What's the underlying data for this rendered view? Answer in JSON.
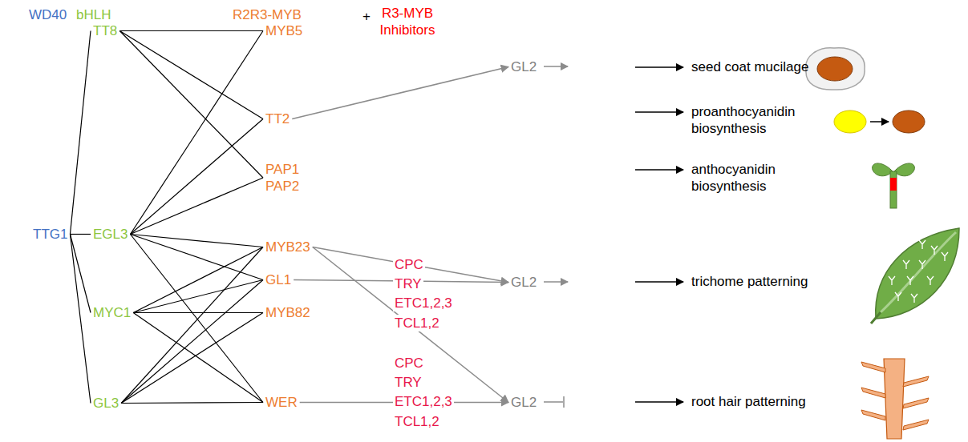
{
  "diagram": {
    "nodes": [
      {
        "text": [
          "TTG1"
        ]
      },
      {
        "text": [
          "TT8"
        ]
      },
      {
        "text": [
          "EGL3"
        ]
      },
      {
        "text": [
          "MYC1"
        ]
      },
      {
        "text": [
          "GL3"
        ]
      },
      {
        "text": [
          "MYB5"
        ]
      },
      {
        "text": [
          "TT2"
        ]
      },
      {
        "text": [
          "PAP1",
          "PAP2"
        ]
      },
      {
        "text": [
          "MYB23"
        ]
      },
      {
        "text": [
          "GL1"
        ]
      },
      {
        "text": [
          "MYB82"
        ]
      },
      {
        "text": [
          "WER"
        ]
      },
      {
        "text": [
          "GL2"
        ]
      },
      {
        "text": [
          "GL2"
        ]
      },
      {
        "text": [
          "GL2"
        ]
      }
    ],
    "edges": [
      {
        "from": 0,
        "to": 1,
        "arrow": "none"
      },
      {
        "from": 0,
        "to": 2,
        "arrow": "none"
      },
      {
        "from": 0,
        "to": 3,
        "arrow": "none"
      },
      {
        "from": 0,
        "to": 4,
        "arrow": "none"
      },
      {
        "from": 1,
        "to": 5,
        "arrow": "none"
      },
      {
        "from": 1,
        "to": 6,
        "arrow": "none"
      },
      {
        "from": 1,
        "to": 7,
        "arrow": "none"
      },
      {
        "from": 2,
        "to": 5,
        "arrow": "none"
      },
      {
        "from": 2,
        "to": 6,
        "arrow": "none"
      },
      {
        "from": 2,
        "to": 7,
        "arrow": "none"
      },
      {
        "from": 2,
        "to": 8,
        "arrow": "none"
      },
      {
        "from": 2,
        "to": 9,
        "arrow": "none"
      },
      {
        "from": 2,
        "to": 11,
        "arrow": "none"
      },
      {
        "from": 3,
        "to": 8,
        "arrow": "none"
      },
      {
        "from": 3,
        "to": 9,
        "arrow": "none"
      },
      {
        "from": 3,
        "to": 10,
        "arrow": "none"
      },
      {
        "from": 3,
        "to": 11,
        "arrow": "none"
      },
      {
        "from": 4,
        "to": 8,
        "arrow": "none"
      },
      {
        "from": 4,
        "to": 9,
        "arrow": "none"
      },
      {
        "from": 4,
        "to": 10,
        "arrow": "none"
      },
      {
        "from": 4,
        "to": 11,
        "arrow": "none"
      },
      {
        "from": 6,
        "to": 12,
        "arrow": "to"
      },
      {
        "from": 8,
        "to": 13,
        "arrow": "to"
      },
      {
        "from": 9,
        "to": 13,
        "arrow": "to"
      },
      {
        "from": 8,
        "to": 14,
        "arrow": "to"
      },
      {
        "from": 11,
        "to": 14,
        "arrow": "to"
      }
    ],
    "labels": [
      "WD40",
      "bHLH",
      "R2R3-MYB",
      "+",
      "R3-MYB Inhibitors",
      "CPC",
      "TRY",
      "ETC1,2,3",
      "TCL1,2",
      "CPC",
      "TRY",
      "ETC1,2,3",
      "TCL1,2",
      "seed coat mucilage",
      "proanthocyanidin biosynthesis",
      "anthocyanidin biosynthesis",
      "trichome patterning",
      "root hair patterning"
    ]
  }
}
